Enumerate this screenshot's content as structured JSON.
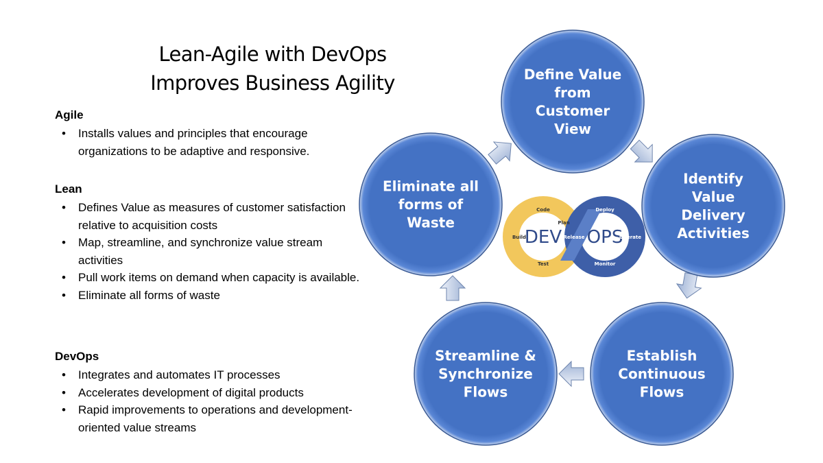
{
  "title": {
    "line1": "Lean-Agile with DevOps",
    "line2": "Improves Business Agility"
  },
  "sections": [
    {
      "heading": "Agile",
      "bullets": [
        "Installs values and principles that encourage organizations to be adaptive and responsive."
      ]
    },
    {
      "heading": "Lean",
      "bullets": [
        "Defines Value as measures of customer satisfaction relative to acquisition costs",
        "Map, streamline, and synchronize value stream activities",
        "Pull work items on demand when capacity is available.",
        "Eliminate all forms of waste"
      ]
    },
    {
      "heading": "DevOps",
      "bullets": [
        "Integrates and automates IT processes",
        "Accelerates development of digital products",
        "Rapid improvements to operations and development-oriented value streams"
      ]
    }
  ],
  "cycle": {
    "color": "#4472C4",
    "steps": [
      {
        "lines": [
          "Define Value",
          "from",
          "Customer",
          "View"
        ]
      },
      {
        "lines": [
          "Identify",
          "Value",
          "Delivery",
          "Activities"
        ]
      },
      {
        "lines": [
          "Establish",
          "Continuous",
          "Flows"
        ]
      },
      {
        "lines": [
          "Streamline &",
          "Synchronize",
          "Flows"
        ]
      },
      {
        "lines": [
          "Eliminate all",
          "forms of",
          "Waste"
        ]
      }
    ]
  },
  "devops": {
    "dev": "DEV",
    "ops": "OPS",
    "dev_stages": [
      "Code",
      "Plan",
      "Build",
      "Test"
    ],
    "ops_stages": [
      "Deploy",
      "Release",
      "Operate",
      "Monitor"
    ],
    "dev_color": "#F2C75C",
    "ops_color": "#2F4A8A"
  }
}
